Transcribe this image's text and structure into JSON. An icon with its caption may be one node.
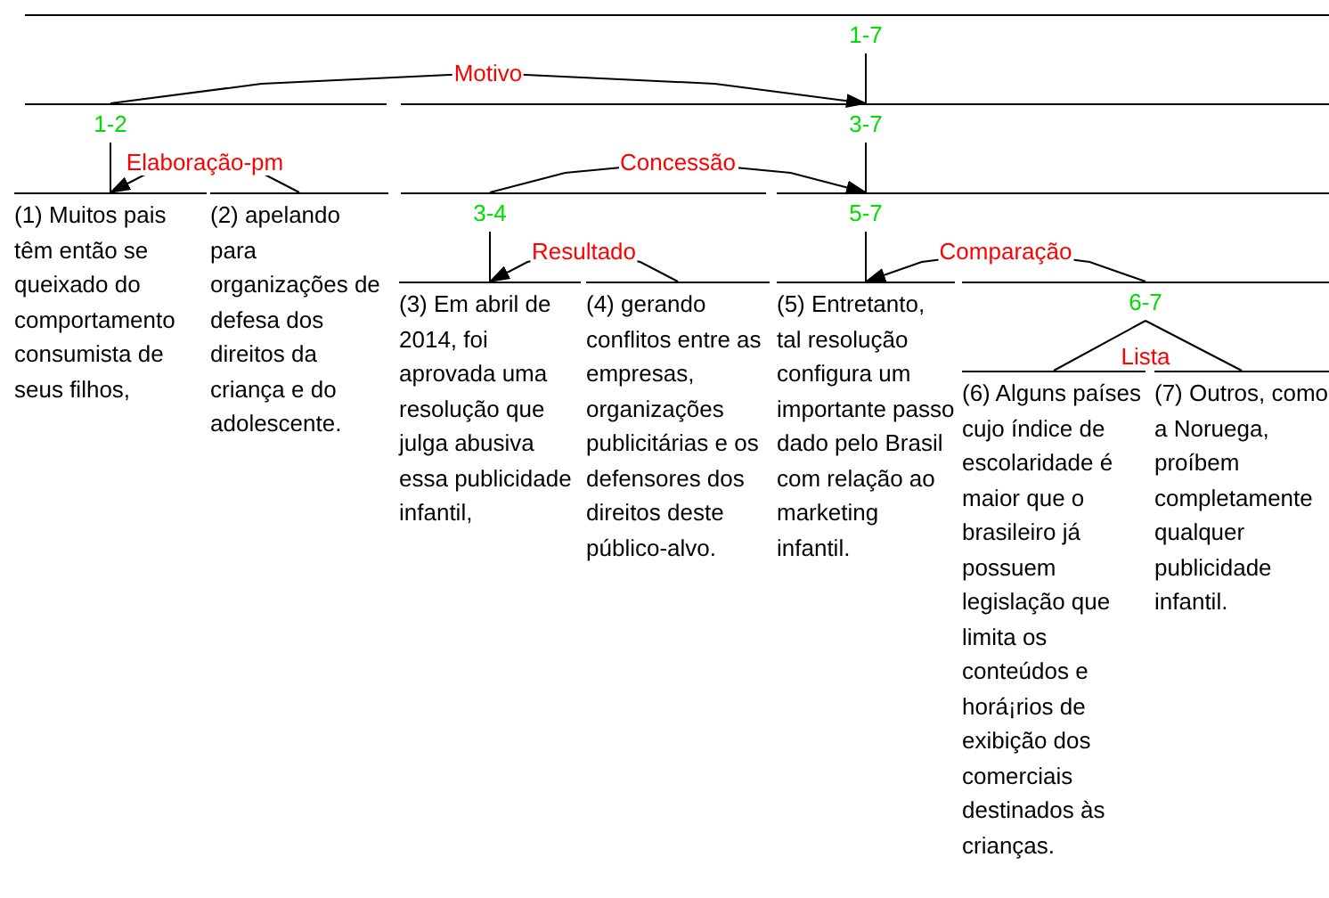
{
  "diagram": {
    "nodes": [
      {
        "text": [
          "1-7"
        ]
      },
      {
        "text": [
          "1-2"
        ]
      },
      {
        "text": [
          "3-7"
        ]
      },
      {
        "text": [
          "(1) Muitos pais têm então se queixado do comportamento consumista de seus filhos,"
        ]
      },
      {
        "text": [
          "(2) apelando para organizações de defesa dos direitos da criança e do adolescente."
        ]
      },
      {
        "text": [
          "3-4"
        ]
      },
      {
        "text": [
          "5-7"
        ]
      },
      {
        "text": [
          "(3) Em abril de 2014, foi aprovada uma resolução que julga abusiva essa publicidade infantil,"
        ]
      },
      {
        "text": [
          "(4) gerando conflitos entre as empresas, organizações publicitárias e os defensores dos direitos deste público-alvo."
        ]
      },
      {
        "text": [
          "(5) Entretanto, tal resolução configura um importante passo dado pelo Brasil com relação ao marketing infantil."
        ]
      },
      {
        "text": [
          "6-7"
        ]
      },
      {
        "text": [
          "(6) Alguns países cujo índice de escolaridade é maior que o brasileiro já possuem legislação que limita os conteúdos e horá¡rios de exibição dos comerciais destinados às crianças."
        ]
      },
      {
        "text": [
          "(7) Outros, como a Noruega, proíbem completamente qualquer publicidade infantil."
        ]
      }
    ],
    "edges": [
      {
        "from": 0,
        "to": 2,
        "arrow": "none"
      },
      {
        "from": 1,
        "to": 2,
        "arrow": "to",
        "label": "Motivo"
      },
      {
        "from": 1,
        "to": 3,
        "arrow": "none"
      },
      {
        "from": 4,
        "to": 3,
        "arrow": "to",
        "label": "Elaboração-pm"
      },
      {
        "from": 2,
        "to": 6,
        "arrow": "none"
      },
      {
        "from": 5,
        "to": 6,
        "arrow": "to",
        "label": "Concessão"
      },
      {
        "from": 5,
        "to": 7,
        "arrow": "none"
      },
      {
        "from": 8,
        "to": 7,
        "arrow": "to",
        "label": "Resultado"
      },
      {
        "from": 6,
        "to": 9,
        "arrow": "none"
      },
      {
        "from": 10,
        "to": 9,
        "arrow": "to",
        "label": "Comparação"
      },
      {
        "from": 10,
        "to": 11,
        "arrow": "none",
        "label": "Lista"
      },
      {
        "from": 10,
        "to": 12,
        "arrow": "none"
      }
    ]
  }
}
